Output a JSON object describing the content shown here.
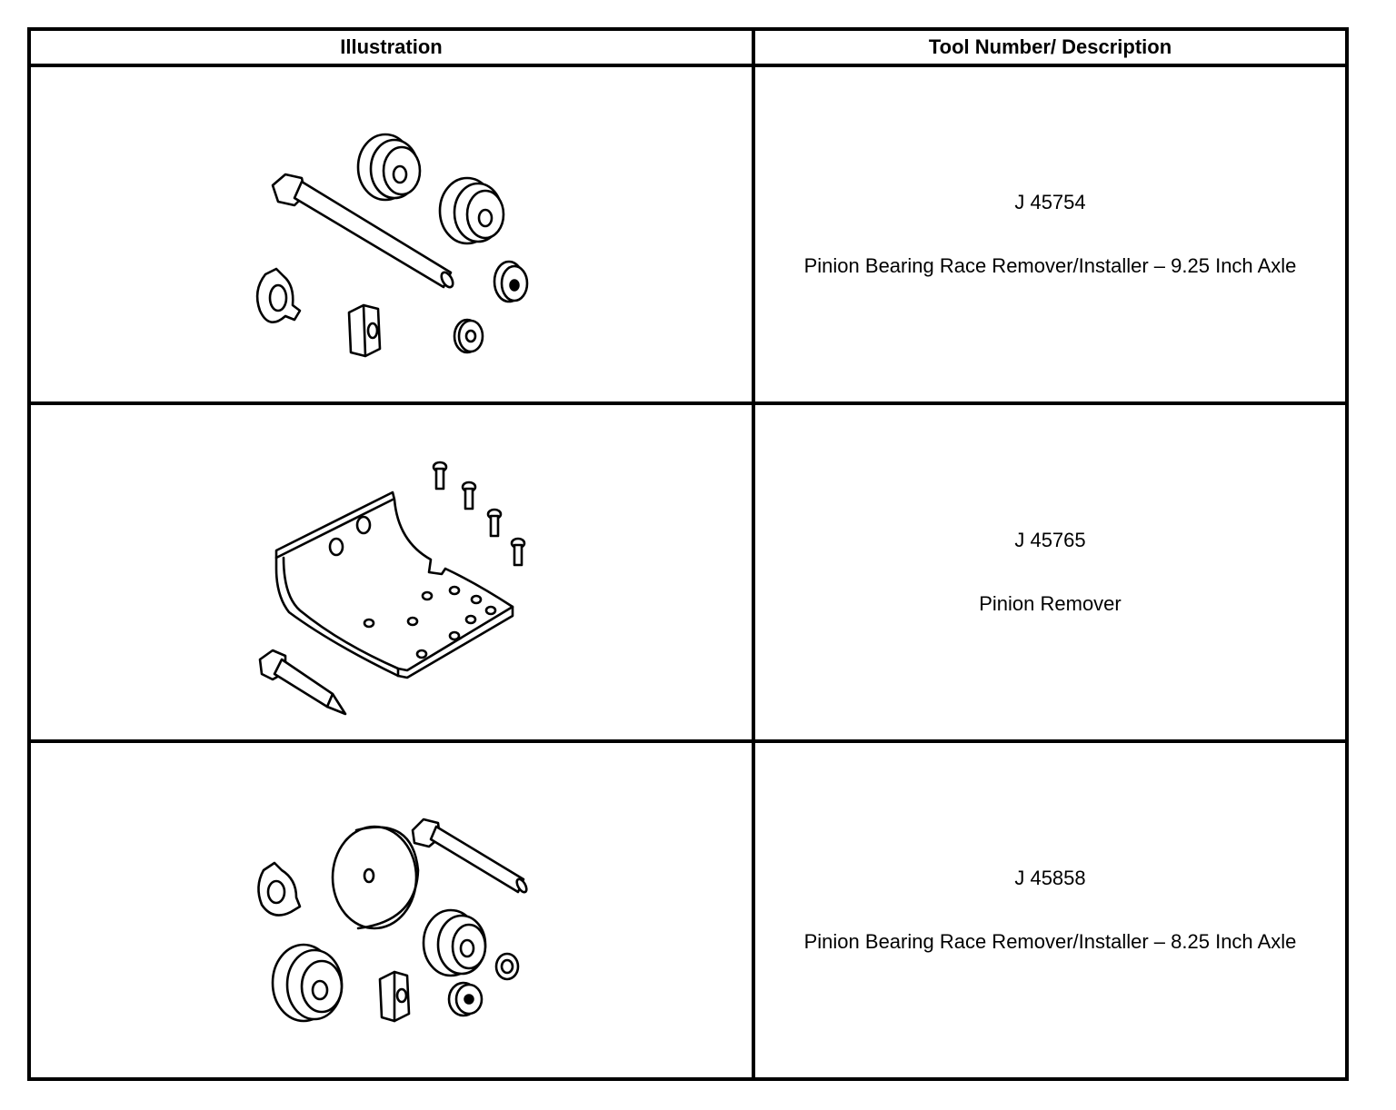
{
  "table": {
    "headers": {
      "illustration": "Illustration",
      "tool": "Tool Number/ Description"
    },
    "rows": [
      {
        "tool_number": "J 45754",
        "description": "Pinion Bearing Race Remover/Installer – 9.25 Inch Axle",
        "illustration_icon": "pinion-bearing-race-tool-set-icon"
      },
      {
        "tool_number": "J 45765",
        "description": "Pinion Remover",
        "illustration_icon": "pinion-remover-plate-icon"
      },
      {
        "tool_number": "J 45858",
        "description": "Pinion Bearing Race Remover/Installer – 8.25 Inch Axle",
        "illustration_icon": "pinion-bearing-race-tool-set-icon"
      }
    ]
  }
}
